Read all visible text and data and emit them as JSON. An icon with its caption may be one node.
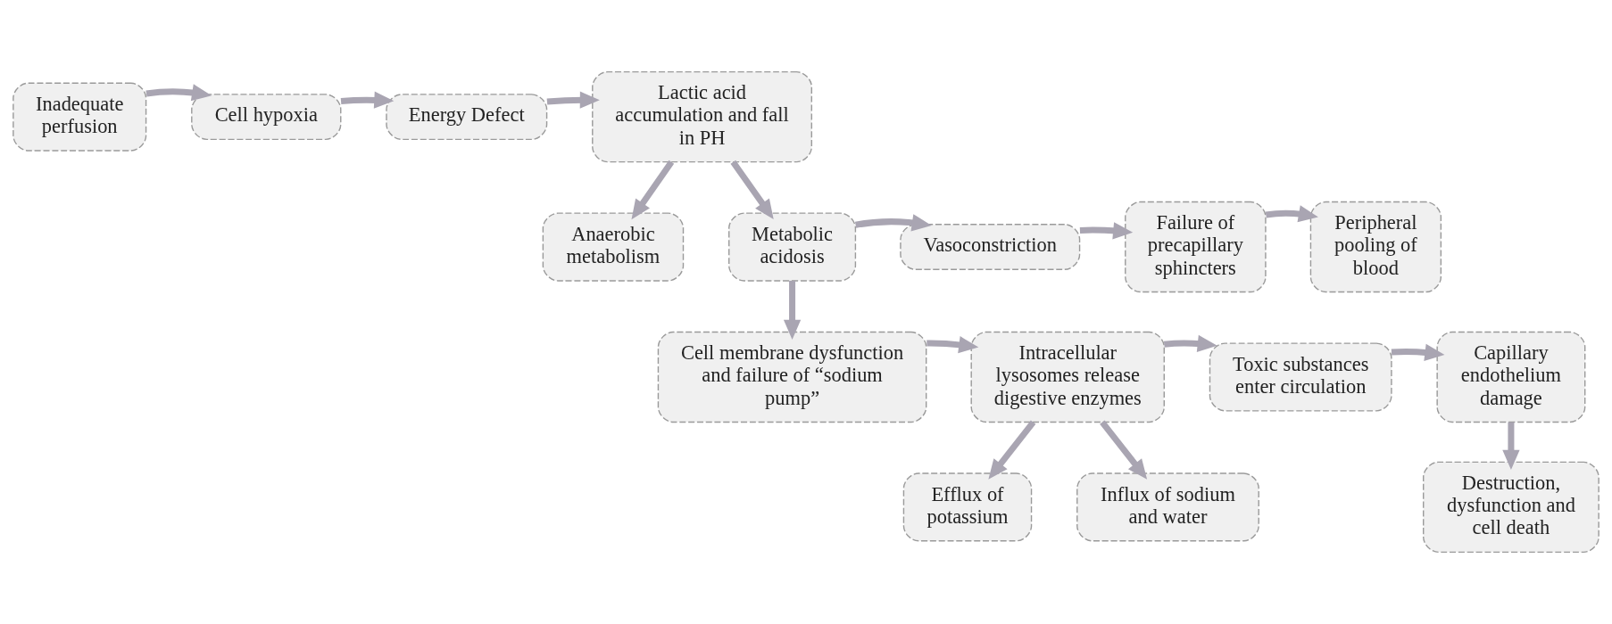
{
  "diagram": {
    "nodes": [
      {
        "text": [
          "Inadequate perfusion"
        ]
      },
      {
        "text": [
          "Cell hypoxia"
        ]
      },
      {
        "text": [
          "Energy Defect"
        ]
      },
      {
        "text": [
          "Lactic acid accumulation and fall in PH"
        ]
      },
      {
        "text": [
          "Anaerobic metabolism"
        ]
      },
      {
        "text": [
          "Metabolic acidosis"
        ]
      },
      {
        "text": [
          "Vasoconstriction"
        ]
      },
      {
        "text": [
          "Failure of precapillary sphincters"
        ]
      },
      {
        "text": [
          "Peripheral pooling of blood"
        ]
      },
      {
        "text": [
          "Destruction, dysfunction and cell death"
        ]
      },
      {
        "text": [
          "Cell membrane dysfunction and failure of “sodium pump”"
        ]
      },
      {
        "text": [
          "Intracellular lysosomes release digestive enzymes"
        ]
      },
      {
        "text": [
          "Toxic substances enter circulation"
        ]
      },
      {
        "text": [
          "Capillary endothelium damage"
        ]
      },
      {
        "text": [
          "Efflux of potassium"
        ]
      },
      {
        "text": [
          "Influx of sodium and water"
        ]
      }
    ],
    "edges": [
      {
        "from": 0,
        "to": 1,
        "arrow": "to"
      },
      {
        "from": 1,
        "to": 2,
        "arrow": "to"
      },
      {
        "from": 2,
        "to": 3,
        "arrow": "to"
      },
      {
        "from": 3,
        "to": 4,
        "arrow": "to"
      },
      {
        "from": 3,
        "to": 5,
        "arrow": "to"
      },
      {
        "from": 5,
        "to": 6,
        "arrow": "to"
      },
      {
        "from": 6,
        "to": 7,
        "arrow": "to"
      },
      {
        "from": 7,
        "to": 8,
        "arrow": "to"
      },
      {
        "from": 5,
        "to": 10,
        "arrow": "to"
      },
      {
        "from": 10,
        "to": 11,
        "arrow": "to"
      },
      {
        "from": 11,
        "to": 12,
        "arrow": "to"
      },
      {
        "from": 12,
        "to": 13,
        "arrow": "to"
      },
      {
        "from": 13,
        "to": 9,
        "arrow": "to"
      },
      {
        "from": 11,
        "to": 14,
        "arrow": "to"
      },
      {
        "from": 11,
        "to": 15,
        "arrow": "to"
      }
    ]
  }
}
